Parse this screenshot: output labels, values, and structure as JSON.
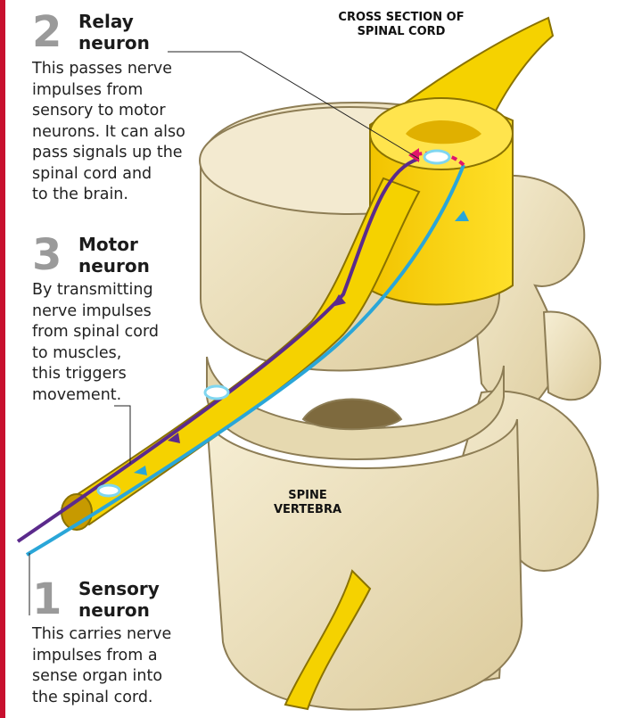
{
  "colors": {
    "accent_rule": "#c8102e",
    "bone": "#efe4c3",
    "bone_shadow": "#d9c99c",
    "nerve_yellow": "#f5d200",
    "motor_path": "#5b2a8c",
    "sensory_path": "#2aa6d8",
    "relay_path": "#e0156b",
    "number": "#9a9a9a"
  },
  "labels": {
    "relay": {
      "number": "2",
      "heading": [
        "Relay",
        "neuron"
      ],
      "body": [
        "This passes nerve",
        "impulses from",
        "sensory to motor",
        "neurons. It can also",
        "pass signals up the",
        "spinal cord and",
        "to the brain."
      ]
    },
    "motor": {
      "number": "3",
      "heading": [
        "Motor",
        "neuron"
      ],
      "body": [
        "By transmitting",
        "nerve impulses",
        "from spinal cord",
        "to muscles,",
        "this triggers",
        "movement."
      ]
    },
    "sensory": {
      "number": "1",
      "heading": [
        "Sensory",
        "neuron"
      ],
      "body": [
        "This carries nerve",
        "impulses from a",
        "sense organ into",
        "the spinal cord."
      ]
    },
    "cross_section": [
      "CROSS SECTION OF",
      "SPINAL CORD"
    ],
    "spine": [
      "SPINE",
      "VERTEBRA"
    ]
  }
}
